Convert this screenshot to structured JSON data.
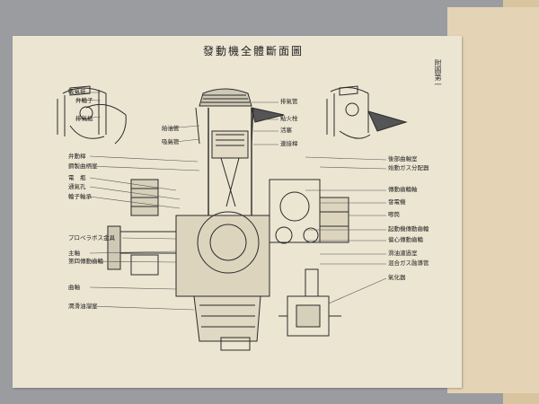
{
  "title": "發動機全體斷面圖",
  "side_note": "附圖第一",
  "left_labels": [
    "吸氣挺",
    "弁輪子",
    "排氣挺",
    "給油管",
    "吸氣管",
    "弁動桿",
    "鋼製曲柄室",
    "電　瓶",
    "通氣孔",
    "輪子軸承",
    "プロペラボス金具",
    "主軸",
    "第四傳動齒輪",
    "曲軸",
    "潤滑油溜室"
  ],
  "top_labels": [
    "排氣管",
    "點火栓",
    "活塞",
    "連接桿"
  ],
  "right_labels": [
    "後部曲軸室",
    "始動ガス分配器",
    "傳動齒輪軸",
    "發電機",
    "喞筒",
    "起動機傳動齒輪",
    "偏心傳動齒輪",
    "滑油濾過室",
    "混合ガス融導管",
    "氣化器"
  ]
}
